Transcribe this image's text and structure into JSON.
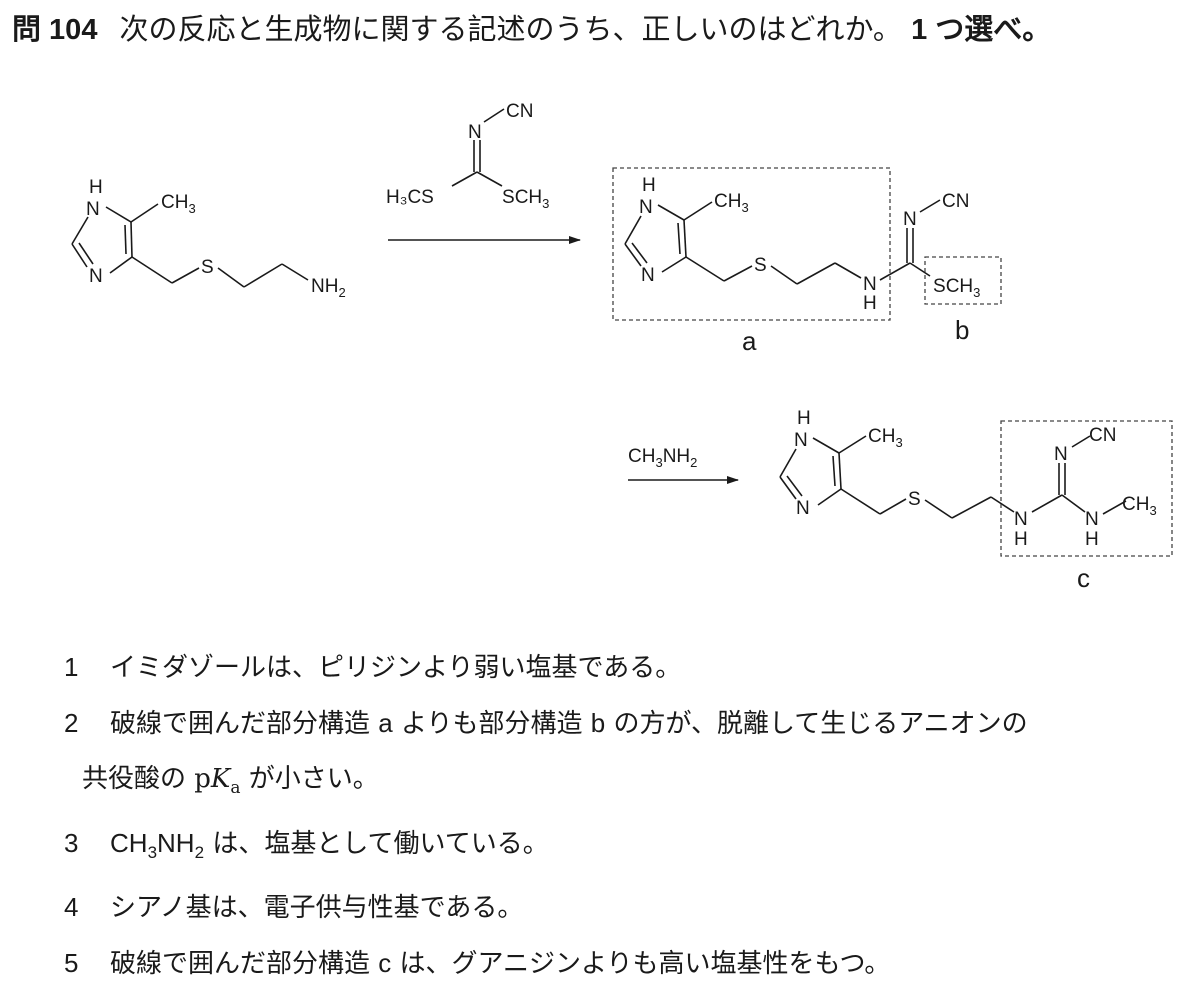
{
  "question": {
    "number": "問 104",
    "text": "次の反応と生成物に関する記述のうち、正しいのはどれか。",
    "select": "1 つ選べ。"
  },
  "scheme": {
    "atoms": {
      "H": "H",
      "N": "N",
      "S": "S",
      "CN": "CN",
      "CH": "CH",
      "NH": "NH",
      "three": "3",
      "two": "2"
    },
    "reagent_1_left": "H₃CS",
    "reagent_2_name": "CH₃NH₂",
    "labels": {
      "a": "a",
      "b": "b",
      "c": "c"
    }
  },
  "choices": [
    {
      "num": "1",
      "text": "イミダゾールは、ピリジンより弱い塩基である。"
    },
    {
      "num": "2",
      "pre": "破線で囲んだ部分構造",
      "a": "a",
      "mid": "よりも部分構造",
      "b": "b",
      "post": "の方が、脱離して生じるアニオンの",
      "cont_pre": "共役酸の ",
      "p": "p",
      "K": "K",
      "a_sub": "a",
      "cont_post": " が小さい。"
    },
    {
      "num": "3",
      "formula_main": "CH",
      "formula_sub": "3",
      "formula_rest": "NH",
      "formula_sub2": "2",
      "text": " は、塩基として働いている。"
    },
    {
      "num": "4",
      "text": "シアノ基は、電子供与性基である。"
    },
    {
      "num": "5",
      "pre": "破線で囲んだ部分構造",
      "c": "c",
      "post": " は、グアニジンよりも高い塩基性をもつ。"
    }
  ]
}
